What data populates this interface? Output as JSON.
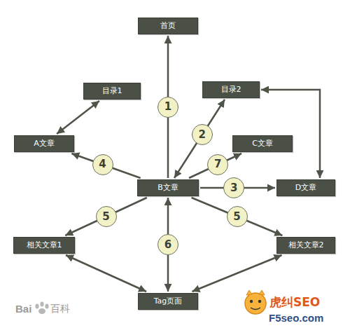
{
  "diagram": {
    "nodes": [
      {
        "text": [
          "首页"
        ]
      },
      {
        "text": [
          "目录1"
        ]
      },
      {
        "text": [
          "目录2"
        ]
      },
      {
        "text": [
          "A文章"
        ]
      },
      {
        "text": [
          "C文章"
        ]
      },
      {
        "text": [
          "B文章"
        ]
      },
      {
        "text": [
          "D文章"
        ]
      },
      {
        "text": [
          "相关文章1"
        ]
      },
      {
        "text": [
          "相关文章2"
        ]
      },
      {
        "text": [
          "Tag页面"
        ]
      }
    ],
    "edges": [
      {
        "from": 5,
        "to": 0,
        "arrow": "to",
        "label": "1"
      },
      {
        "from": 5,
        "to": 2,
        "arrow": "both",
        "label": "2"
      },
      {
        "from": 5,
        "to": 6,
        "arrow": "to",
        "label": "3"
      },
      {
        "from": 5,
        "to": 3,
        "arrow": "to",
        "label": "4"
      },
      {
        "from": 5,
        "to": 7,
        "arrow": "to",
        "label": "5"
      },
      {
        "from": 5,
        "to": 8,
        "arrow": "to",
        "label": "5"
      },
      {
        "from": 5,
        "to": 9,
        "arrow": "both",
        "label": "6"
      },
      {
        "from": 5,
        "to": 4,
        "arrow": "to",
        "label": "7"
      },
      {
        "from": 1,
        "to": 3,
        "arrow": "both"
      },
      {
        "from": 2,
        "to": 6,
        "arrow": "both"
      },
      {
        "from": 7,
        "to": 9,
        "arrow": "both"
      },
      {
        "from": 8,
        "to": 9,
        "arrow": "both"
      }
    ],
    "labels": [
      "Bai",
      "百科",
      "虎纠SEO",
      "F5seo.com"
    ]
  }
}
